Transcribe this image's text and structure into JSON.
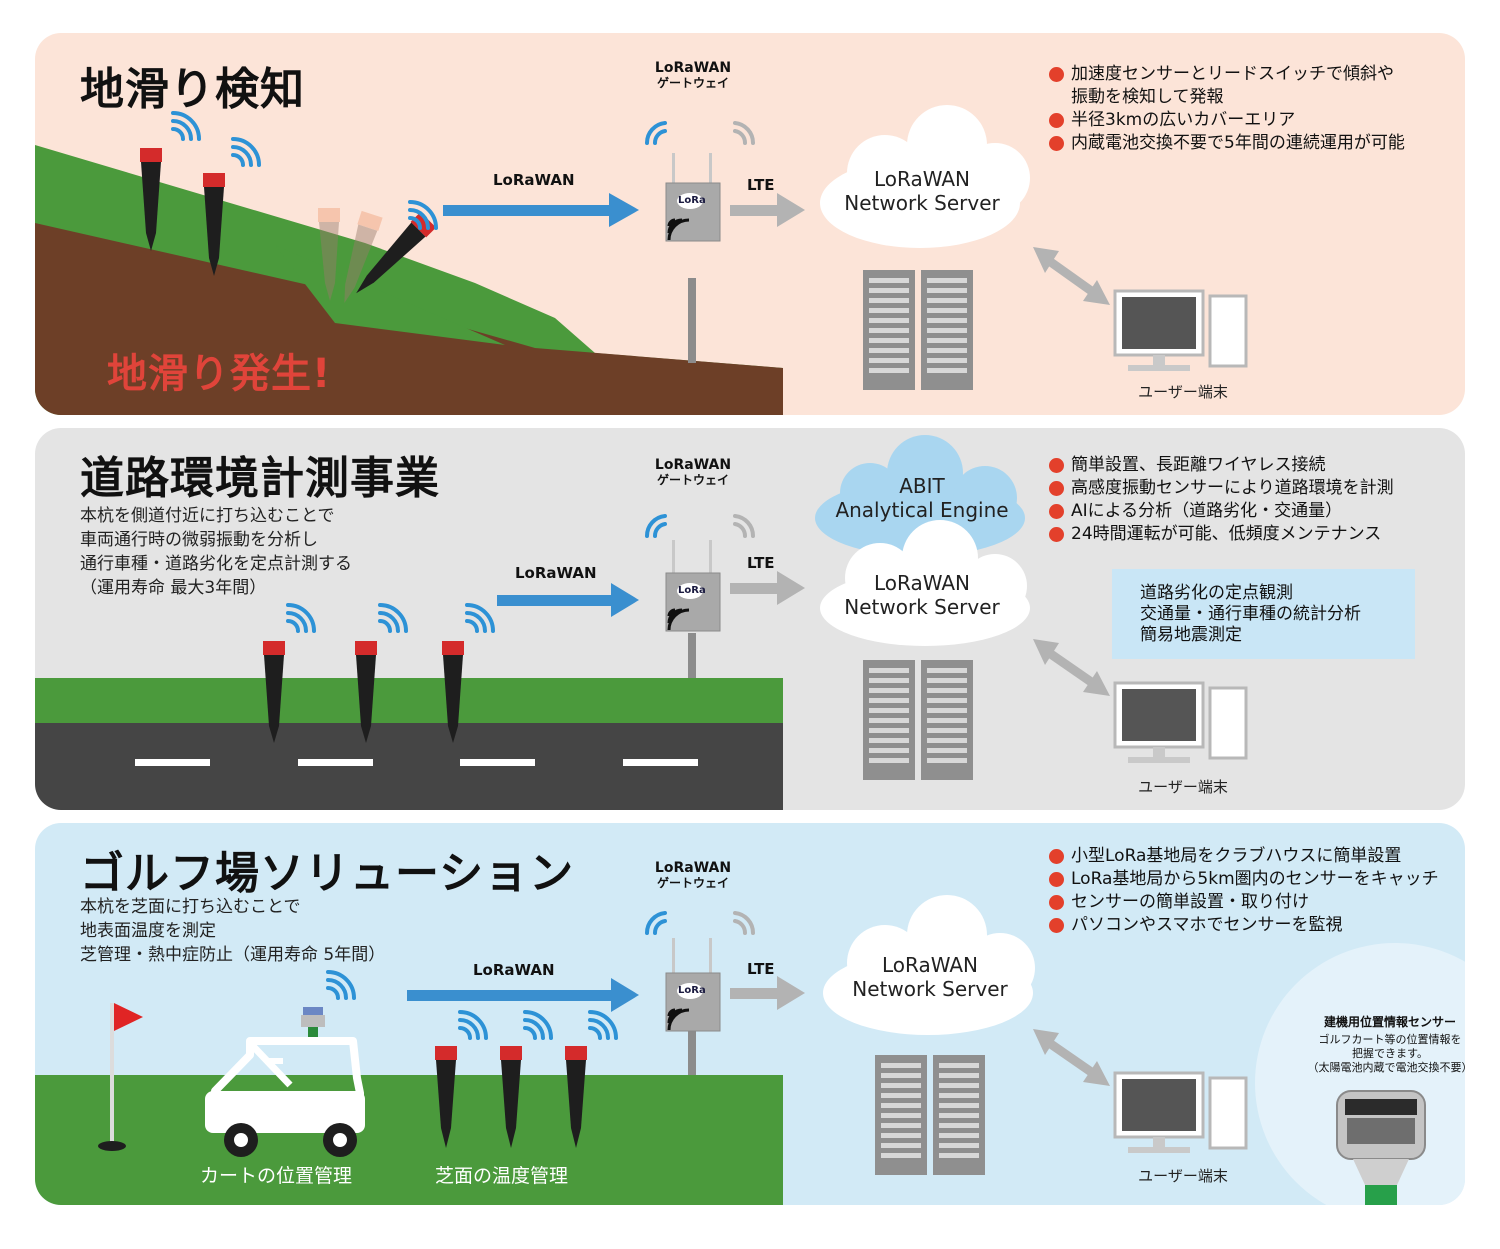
{
  "panels": {
    "landslide": {
      "title": "地滑り検知",
      "event_label": "地滑り発生!",
      "gateway_label": [
        "LoRaWAN",
        "ゲートウェイ"
      ],
      "link_label": "LoRaWAN",
      "lte_label": "LTE",
      "server_cloud": [
        "LoRaWAN",
        "Network Server"
      ],
      "terminal_label": "ユーザー端末",
      "bullets": [
        [
          "加速度センサーとリードスイッチで傾斜や",
          "振動を検知して発報"
        ],
        [
          "半径3kmの広いカバーエリア"
        ],
        [
          "内蔵電池交換不要で5年間の連続運用が可能"
        ]
      ]
    },
    "road": {
      "title": "道路環境計測事業",
      "description": [
        "本杭を側道付近に打ち込むことで",
        "車両通行時の微弱振動を分析し",
        "通行車種・道路劣化を定点計測する",
        "（運用寿命 最大3年間）"
      ],
      "gateway_label": [
        "LoRaWAN",
        "ゲートウェイ"
      ],
      "link_label": "LoRaWAN",
      "lte_label": "LTE",
      "engine_cloud": [
        "ABIT",
        "Analytical Engine"
      ],
      "server_cloud": [
        "LoRaWAN",
        "Network Server"
      ],
      "terminal_label": "ユーザー端末",
      "bullets": [
        [
          "簡単設置、長距離ワイヤレス接続"
        ],
        [
          "高感度振動センサーにより道路環境を計測"
        ],
        [
          "AIによる分析（道路劣化・交通量）"
        ],
        [
          "24時間運転が可能、低頻度メンテナンス"
        ]
      ],
      "info_box": [
        "道路劣化の定点観測",
        "交通量・通行車種の統計分析",
        "簡易地震測定"
      ]
    },
    "golf": {
      "title": "ゴルフ場ソリューション",
      "description": [
        "本杭を芝面に打ち込むことで",
        "地表面温度を測定",
        "芝管理・熱中症防止（運用寿命 5年間）"
      ],
      "gateway_label": [
        "LoRaWAN",
        "ゲートウェイ"
      ],
      "link_label": "LoRaWAN",
      "lte_label": "LTE",
      "server_cloud": [
        "LoRaWAN",
        "Network Server"
      ],
      "terminal_label": "ユーザー端末",
      "cart_label": "カートの位置管理",
      "turf_label": "芝面の温度管理",
      "bullets": [
        [
          "小型LoRa基地局をクラブハウスに簡単設置"
        ],
        [
          "LoRa基地局から5km圏内のセンサーをキャッチ"
        ],
        [
          "センサーの簡単設置・取り付け"
        ],
        [
          "パソコンやスマホでセンサーを監視"
        ]
      ],
      "gps_sensor": {
        "title": "建機用位置情報センサー",
        "text": [
          "ゴルフカート等の位置情報を",
          "把握できます。",
          "（太陽電池内蔵で電池交換不要）"
        ]
      }
    }
  },
  "badge": "LoRa",
  "colors": {
    "panel1_bg": "#fce4d8",
    "panel2_bg": "#e4e4e4",
    "panel3_bg": "#d2eaf6",
    "grass": "#4b9a3c",
    "soil": "#6d3f27",
    "road": "#454545",
    "arrow_blue": "#3a8fcf",
    "arrow_gray": "#b3b3b3",
    "bullet_red": "#e3402b",
    "wifi_blue": "#2d92d6"
  }
}
